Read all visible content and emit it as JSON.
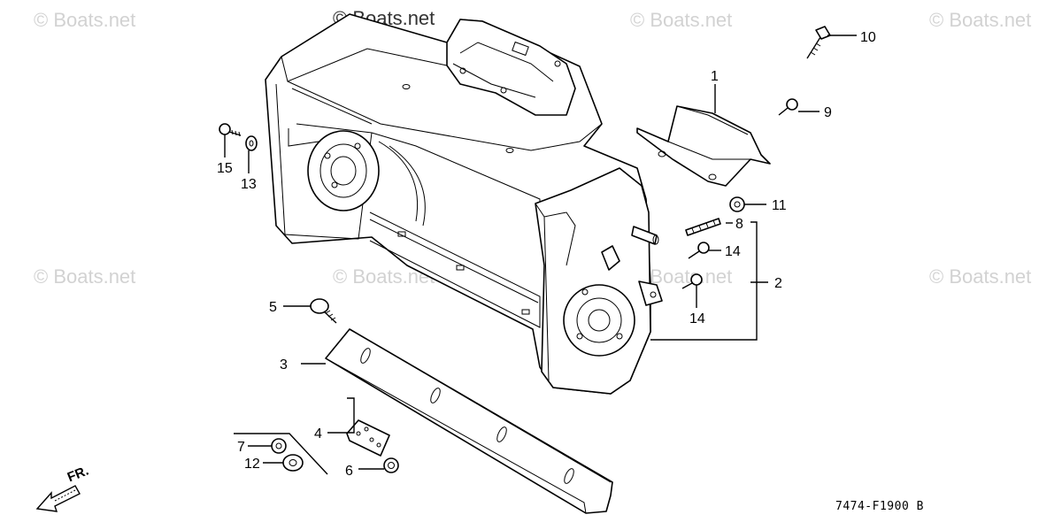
{
  "watermark": "© Boats.net",
  "diagram_code": "7474‑F1900 B",
  "direction_label": "FR.",
  "callouts": [
    "1",
    "2",
    "3",
    "4",
    "5",
    "6",
    "7",
    "8",
    "9",
    "10",
    "11",
    "12",
    "13",
    "14",
    "14",
    "15"
  ]
}
